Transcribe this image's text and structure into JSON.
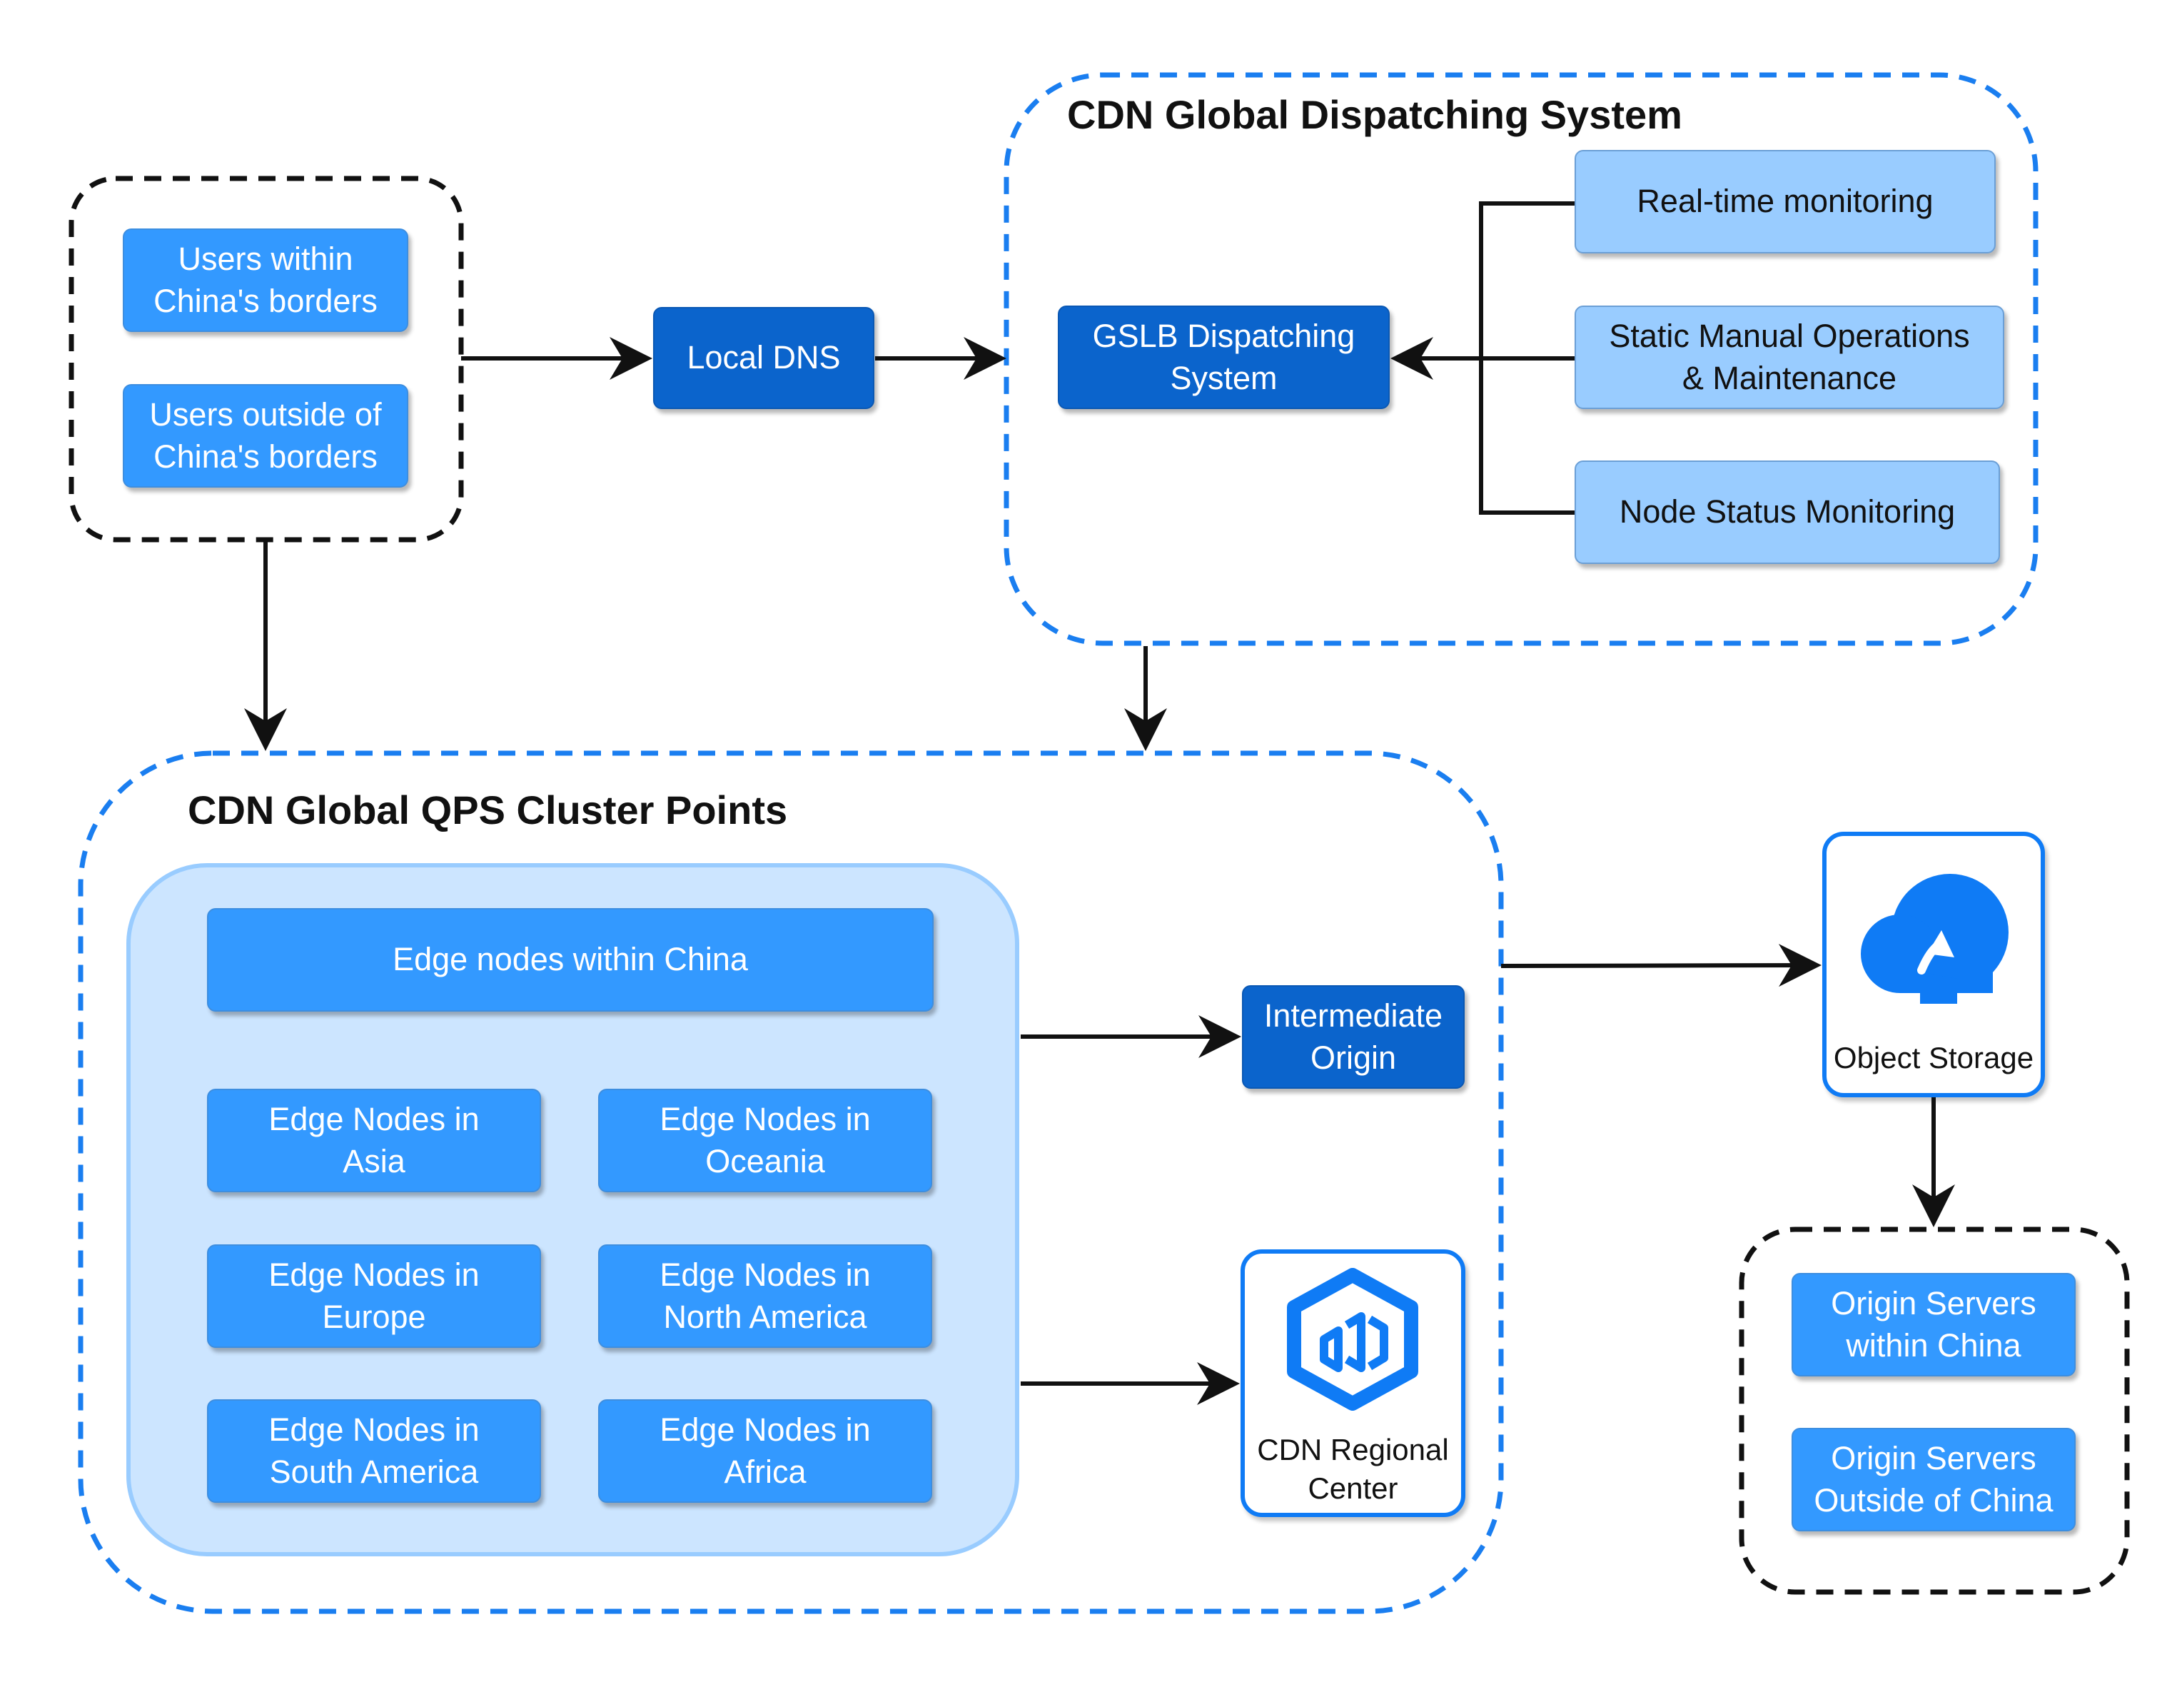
{
  "colors": {
    "dashed_blue": "#1a7ef0",
    "dashed_black": "#111111",
    "box_mid": "#3399ff",
    "box_dark": "#0b64cc",
    "box_light": "#99ccff",
    "panel_fill": "#cce5ff",
    "icon_blue": "#0f7bf5"
  },
  "users": {
    "within": "Users within\nChina's borders",
    "outside": "Users outside of\nChina's borders"
  },
  "local_dns": "Local DNS",
  "dispatching_system": {
    "title": "CDN Global Dispatching System",
    "gslb": "GSLB Dispatching\nSystem",
    "realtime": "Real-time monitoring",
    "static_ops": "Static Manual Operations\n& Maintenance",
    "node_status": "Node Status Monitoring"
  },
  "qps_cluster": {
    "title": "CDN Global QPS Cluster Points",
    "edge_china": "Edge nodes within China",
    "edge_asia": "Edge Nodes in\nAsia",
    "edge_oceania": "Edge Nodes in\nOceania",
    "edge_europe": "Edge Nodes in\nEurope",
    "edge_north_america": "Edge Nodes in\nNorth America",
    "edge_south_america": "Edge Nodes in\nSouth America",
    "edge_africa": "Edge Nodes in\nAfrica",
    "intermediate_origin": "Intermediate\nOrigin",
    "regional_center": "CDN Regional\nCenter"
  },
  "object_storage": {
    "label": "Object Storage",
    "icon": "cloud-upload-icon"
  },
  "origin_servers": {
    "within": "Origin Servers\nwithin China",
    "outside": "Origin Servers\nOutside of China"
  },
  "icons": {
    "regional_center": "hexagon-cdn-icon"
  }
}
